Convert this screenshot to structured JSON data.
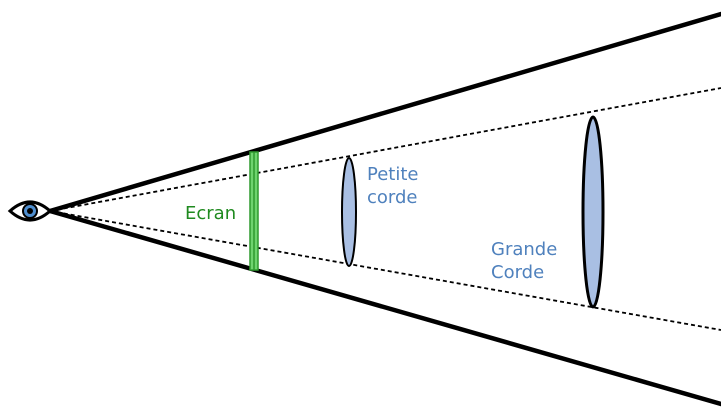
{
  "diagram": {
    "labels": {
      "screen": "Ecran",
      "small_chord": [
        "Petite",
        "corde"
      ],
      "large_chord": [
        "Grande",
        "Corde"
      ]
    },
    "icons": {
      "observer": "eye-icon"
    },
    "colors": {
      "outline": "#000000",
      "screen": "#2e9a2e",
      "screen_fill": "#6fd46f",
      "chord_fill": "#a9bfe3",
      "chord_label": "#4f81bd",
      "screen_label": "#1f8a1f"
    }
  }
}
